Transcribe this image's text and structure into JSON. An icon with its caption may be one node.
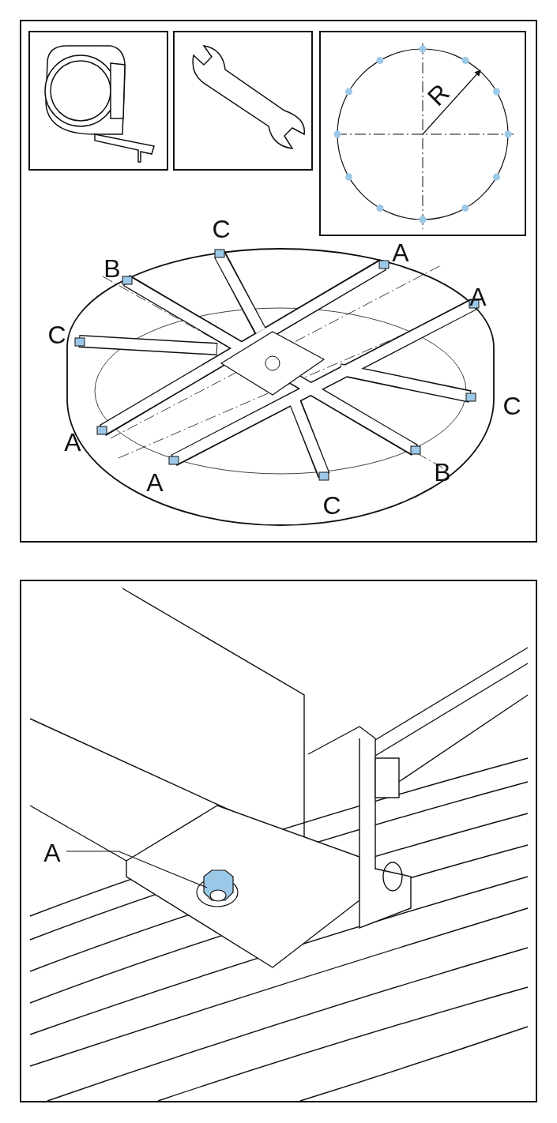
{
  "diagram": {
    "nodes": [
      {
        "text": [
          "A"
        ]
      },
      {
        "text": [],
        "shape": "picture"
      }
    ],
    "edges": [
      {
        "from": 0,
        "to": 1,
        "arrow": "none"
      }
    ],
    "labels": [
      "R",
      "C",
      "A",
      "B",
      "A",
      "C",
      "C",
      "A",
      "B",
      "A",
      "C"
    ]
  }
}
